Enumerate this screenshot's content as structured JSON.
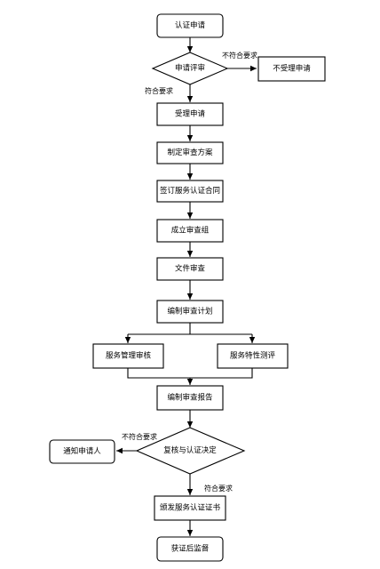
{
  "flowchart": {
    "nodes": {
      "apply": "认证申请",
      "review": "申请评审",
      "reject": "不受理申请",
      "accept": "受理申请",
      "plan": "制定审查方案",
      "contract": "签订服务认证合同",
      "team": "成立审查组",
      "doc_review": "文件审查",
      "audit_plan": "编制审查计划",
      "mgmt_review": "服务管理审核",
      "feature_eval": "服务特性测评",
      "report": "编制审查报告",
      "decision": "复核与认证决定",
      "notify": "通知申请人",
      "certificate": "颁发服务认证证书",
      "supervision": "获证后监督"
    },
    "labels": {
      "review_no": "不符合要求",
      "review_yes": "符合要求",
      "decision_no": "不符合要求",
      "decision_yes": "符合要求"
    }
  }
}
